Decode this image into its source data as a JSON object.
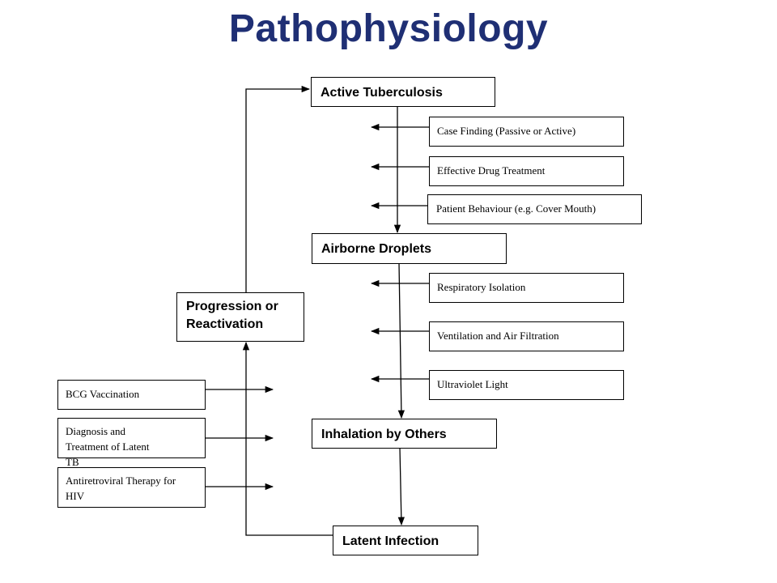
{
  "title": "Pathophysiology",
  "nodes": {
    "active_tb": "Active Tuberculosis",
    "airborne": "Airborne Droplets",
    "inhalation": "Inhalation by Others",
    "latent": "Latent Infection",
    "progression": "Progression or Reactivation"
  },
  "interventions": {
    "case_finding": "Case Finding (Passive or Active)",
    "drug_treatment": "Effective Drug Treatment",
    "patient_behaviour": "Patient Behaviour (e.g. Cover Mouth)",
    "respiratory_isolation": "Respiratory Isolation",
    "ventilation": "Ventilation and Air Filtration",
    "ultraviolet": "Ultraviolet Light",
    "bcg": "BCG Vaccination",
    "latent_treatment": "Diagnosis and Treatment of Latent TB",
    "antiretroviral": "Antiretroviral Therapy for HIV"
  },
  "colors": {
    "title": "#1f2f74",
    "line": "#000000"
  }
}
